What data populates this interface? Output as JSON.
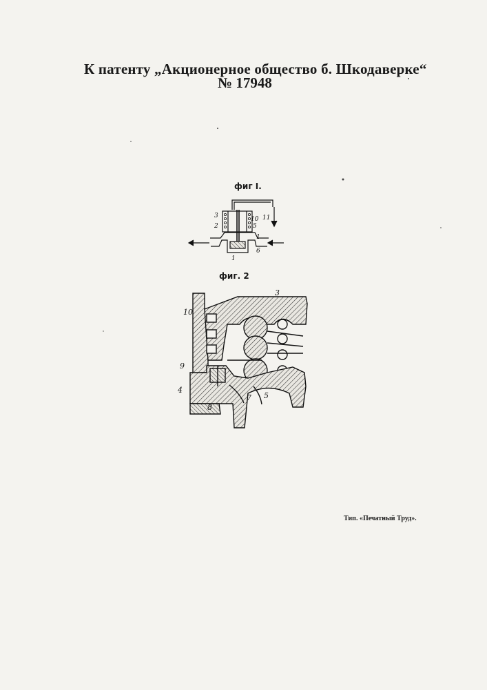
{
  "header": {
    "title": "К патенту „Акционерное общество б. Шкодаверке“",
    "number": "№ 17948"
  },
  "figures": {
    "fig1": {
      "label": "фиг I.",
      "callouts": {
        "c3": "3",
        "c2": "2",
        "c10": "10",
        "c5": "5",
        "c11": "11",
        "c1a": "1",
        "c1b": "1",
        "c6": "6"
      }
    },
    "fig2": {
      "label": "фиг. 2",
      "callouts": {
        "c3": "3",
        "c10": "10",
        "c9": "9",
        "c4": "4",
        "c8": "8",
        "c7": "7",
        "c5": "5"
      }
    }
  },
  "footer": {
    "printer": "Тип. «Печатный Труд»."
  }
}
